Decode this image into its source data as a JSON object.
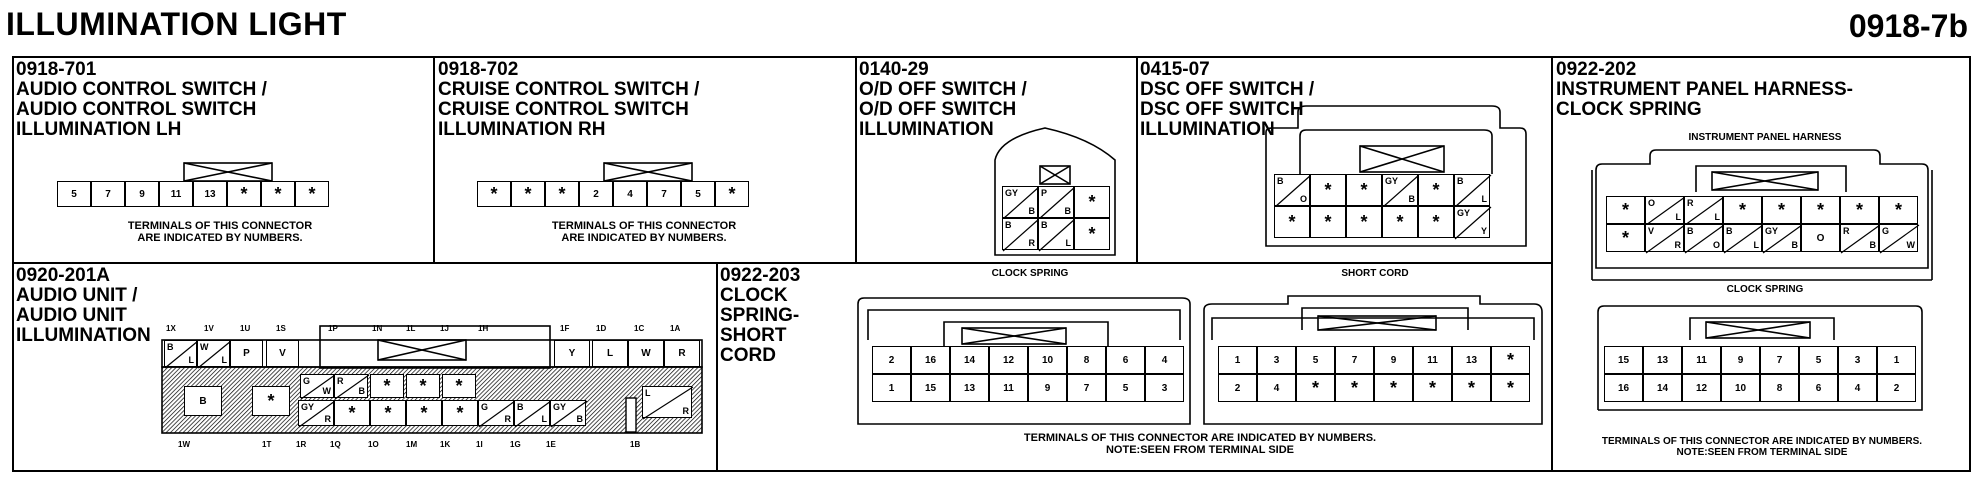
{
  "page": {
    "title": "ILLUMINATION LIGHT",
    "code": "0918-7b"
  },
  "p701": {
    "id": "0918-701",
    "name": "AUDIO CONTROL SWITCH /\nAUDIO CONTROL SWITCH\nILLUMINATION LH",
    "cells": [
      "5",
      "7",
      "9",
      "11",
      "13",
      "*",
      "*",
      "*"
    ],
    "note": "TERMINALS OF THIS CONNECTOR\nARE INDICATED BY NUMBERS."
  },
  "p702": {
    "id": "0918-702",
    "name": "CRUISE CONTROL SWITCH /\nCRUISE CONTROL SWITCH\nILLUMINATION RH",
    "cells": [
      "*",
      "*",
      "*",
      "2",
      "4",
      "7",
      "5",
      "*"
    ],
    "note": "TERMINALS OF THIS CONNECTOR\nARE INDICATED BY NUMBERS."
  },
  "p014029": {
    "id": "0140-29",
    "name": "O/D OFF SWITCH /\nO/D OFF SWITCH\nILLUMINATION",
    "cells": [
      {
        "a": "GY",
        "b": "B"
      },
      {
        "a": "P",
        "b": "B"
      },
      {
        "t": "*"
      },
      {
        "a": "B",
        "b": "R"
      },
      {
        "a": "B",
        "b": "L"
      },
      {
        "t": "*"
      }
    ]
  },
  "p041507": {
    "id": "0415-07",
    "name": "DSC OFF SWITCH /\nDSC OFF SWITCH\nILLUMINATION",
    "row1": [
      {
        "a": "B",
        "b": "O"
      },
      {
        "t": "*"
      },
      {
        "t": "*"
      },
      {
        "a": "GY",
        "b": "B"
      },
      {
        "t": "*"
      },
      {
        "a": "B",
        "b": "L"
      }
    ],
    "row2": [
      {
        "t": "*"
      },
      {
        "t": "*"
      },
      {
        "t": "*"
      },
      {
        "t": "*"
      },
      {
        "t": "*"
      },
      {
        "a": "GY",
        "b": "Y"
      }
    ]
  },
  "p922202": {
    "id": "0922-202",
    "name": "INSTRUMENT PANEL HARNESS-\nCLOCK SPRING",
    "ip_label": "INSTRUMENT PANEL HARNESS",
    "ip_row1": [
      {
        "t": "*"
      },
      {
        "a": "O",
        "b": "L"
      },
      {
        "a": "R",
        "b": "L"
      },
      {
        "t": "*"
      },
      {
        "t": "*"
      },
      {
        "t": "*"
      },
      {
        "t": "*"
      },
      {
        "t": "*"
      }
    ],
    "ip_row2": [
      {
        "t": "*"
      },
      {
        "a": "V",
        "b": "R"
      },
      {
        "a": "B",
        "b": "O"
      },
      {
        "a": "B",
        "b": "L"
      },
      {
        "a": "GY",
        "b": "B"
      },
      {
        "t": "O"
      },
      {
        "a": "R",
        "b": "B"
      },
      {
        "a": "G",
        "b": "W"
      }
    ],
    "cs_label": "CLOCK SPRING",
    "cs_row1": [
      "15",
      "13",
      "11",
      "9",
      "7",
      "5",
      "3",
      "1"
    ],
    "cs_row2": [
      "16",
      "14",
      "12",
      "10",
      "8",
      "6",
      "4",
      "2"
    ],
    "note": "TERMINALS OF THIS CONNECTOR ARE INDICATED BY NUMBERS.\nNOTE:SEEN FROM TERMINAL SIDE"
  },
  "p920201": {
    "id": "0920-201A",
    "name": "AUDIO UNIT /\nAUDIO UNIT\nILLUMINATION",
    "top_labels": [
      "1X",
      "1V",
      "1U",
      "1S",
      "1P",
      "1N",
      "1L",
      "1J",
      "1H",
      "1F",
      "1D",
      "1C",
      "1A"
    ],
    "bottom_labels": [
      "1W",
      "1T",
      "1R",
      "1Q",
      "1O",
      "1M",
      "1K",
      "1I",
      "1G",
      "1E",
      "1B"
    ],
    "row1": [
      {
        "a": "B",
        "b": "L"
      },
      {
        "a": "W",
        "b": "L"
      },
      {
        "t": "P"
      },
      {
        "t": "V"
      },
      {
        "t": "Y"
      },
      {
        "t": "L"
      },
      {
        "t": "W"
      },
      {
        "t": "R"
      }
    ],
    "row2": [
      {
        "a": "G",
        "b": "W"
      },
      {
        "a": "R",
        "b": "B"
      },
      {
        "t": "*"
      },
      {
        "t": "*"
      },
      {
        "t": "*"
      }
    ],
    "row3": [
      {
        "a": "GY",
        "b": "R"
      },
      {
        "t": "*"
      },
      {
        "t": "*"
      },
      {
        "t": "*"
      },
      {
        "t": "*"
      },
      {
        "a": "G",
        "b": "R"
      },
      {
        "a": "B",
        "b": "L"
      },
      {
        "a": "GY",
        "b": "B"
      }
    ],
    "big1": "B",
    "big2": "*",
    "right_cell": {
      "a": "L",
      "b": "R"
    }
  },
  "p922203": {
    "id": "0922-203",
    "name": "CLOCK\nSPRING-\nSHORT\nCORD",
    "cs_label": "CLOCK SPRING",
    "cs_row1": [
      "2",
      "16",
      "14",
      "12",
      "10",
      "8",
      "6",
      "4"
    ],
    "cs_row2": [
      "1",
      "15",
      "13",
      "11",
      "9",
      "7",
      "5",
      "3"
    ],
    "sc_label": "SHORT CORD",
    "sc_row1": [
      "1",
      "3",
      "5",
      "7",
      "9",
      "11",
      "13",
      "*"
    ],
    "sc_row2": [
      "2",
      "4",
      "*",
      "*",
      "*",
      "*",
      "*",
      "*"
    ],
    "note": "TERMINALS OF THIS CONNECTOR ARE INDICATED BY NUMBERS.\nNOTE:SEEN FROM TERMINAL SIDE"
  }
}
